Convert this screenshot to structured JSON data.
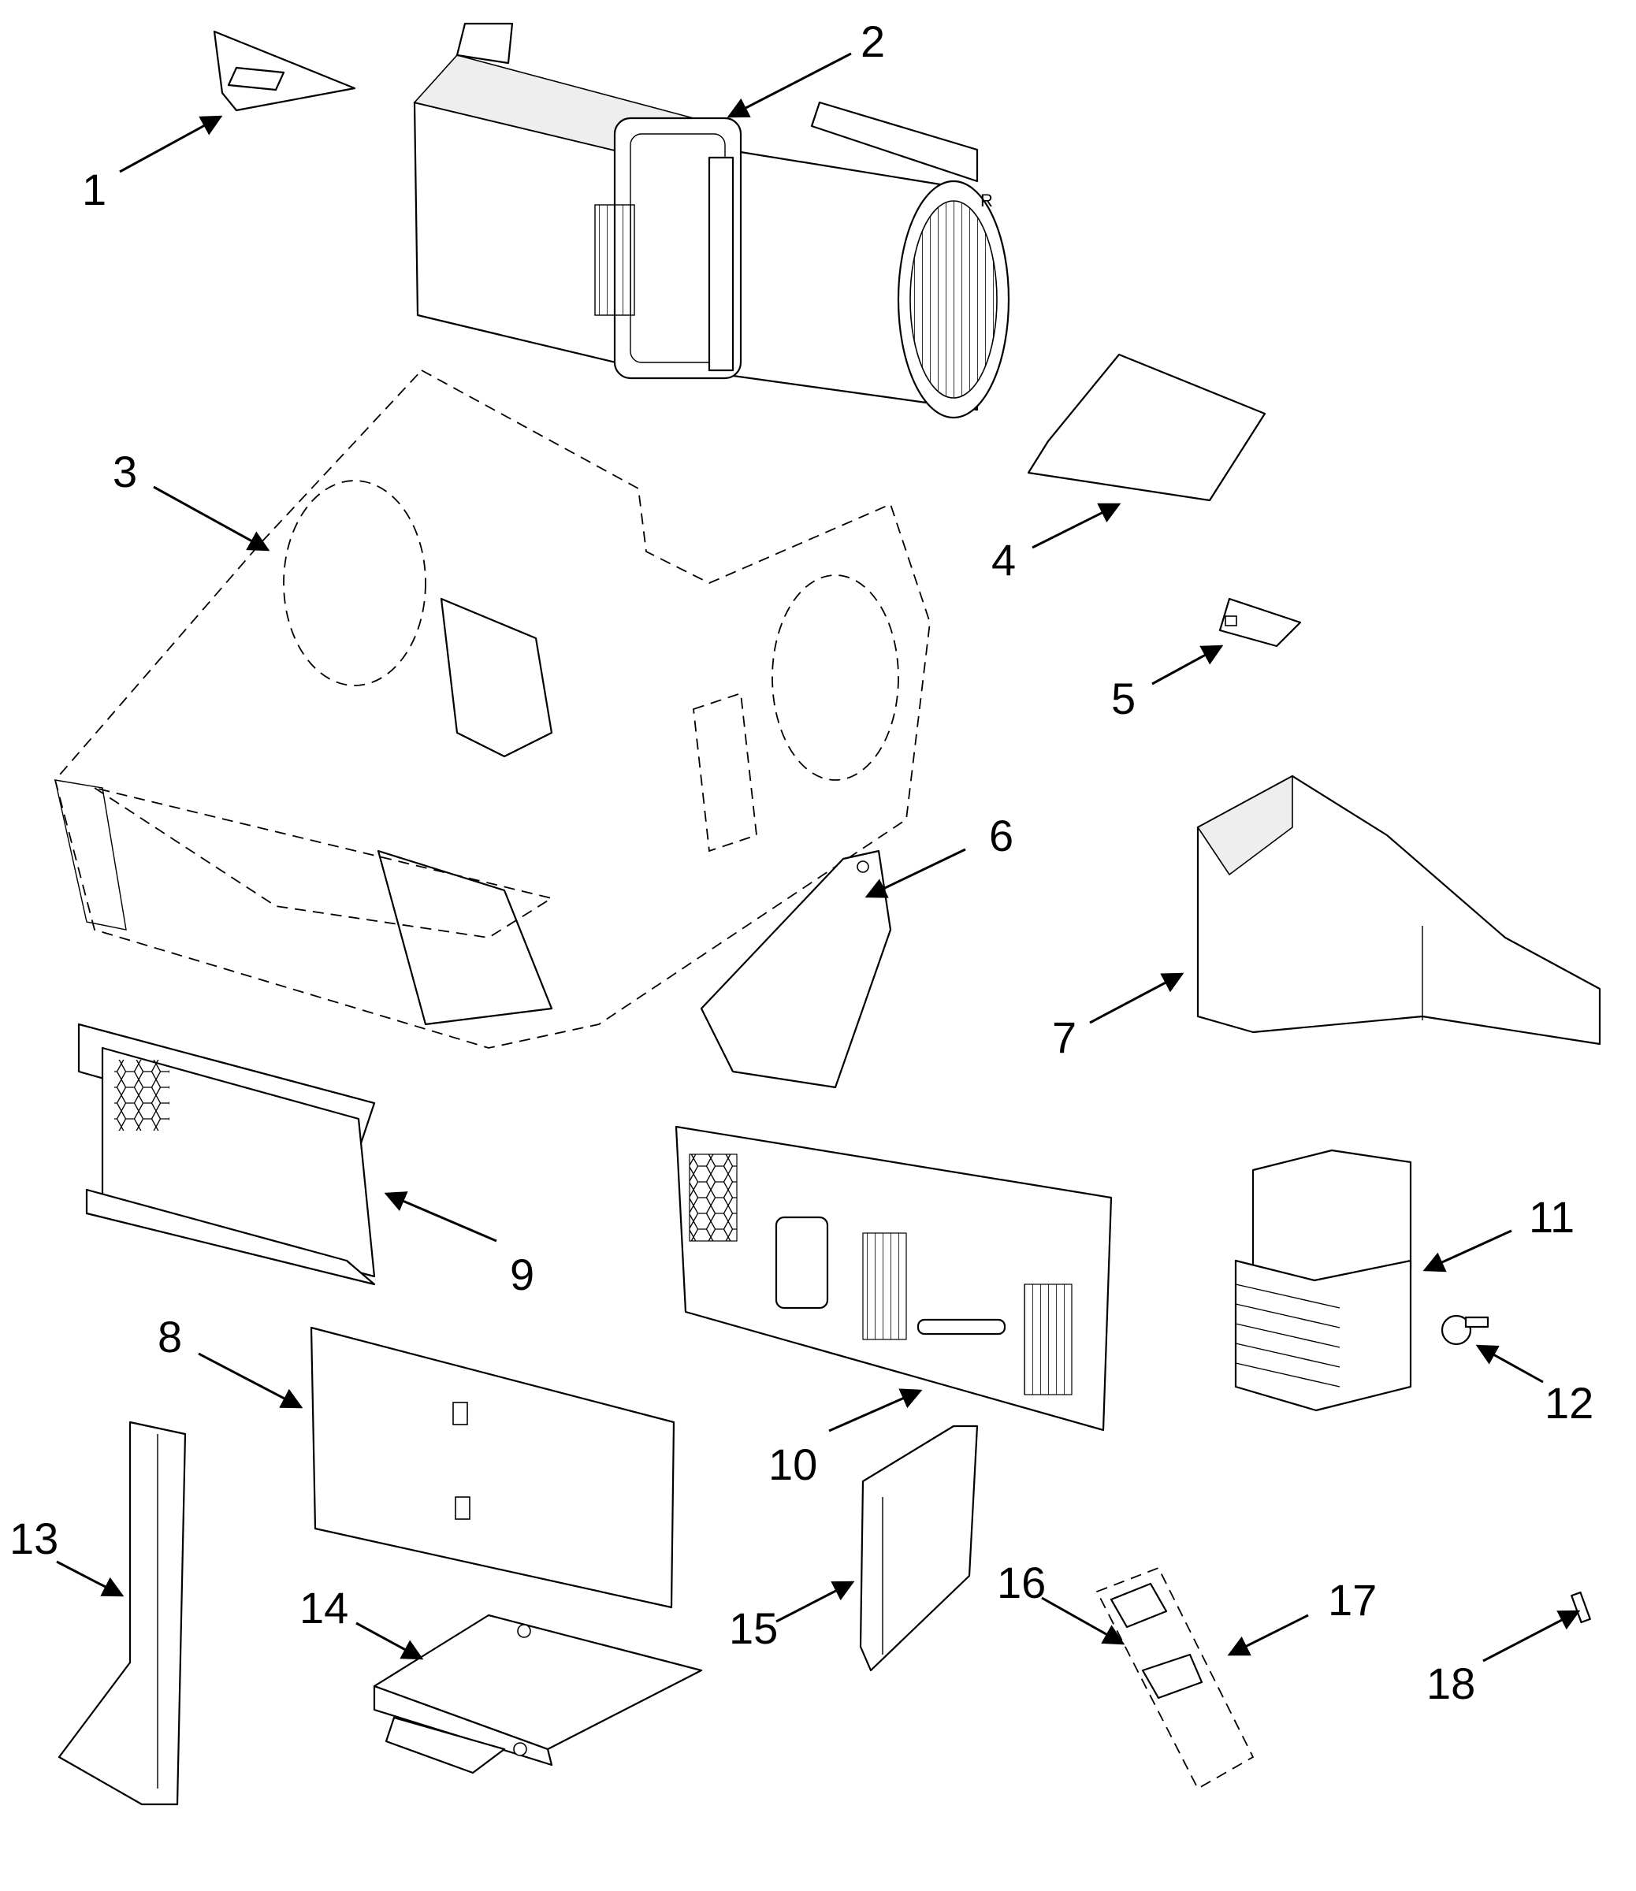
{
  "diagram": {
    "callouts": [
      "1",
      "2",
      "3",
      "4",
      "5",
      "6",
      "7",
      "8",
      "9",
      "10",
      "11",
      "12",
      "13",
      "14",
      "15",
      "16",
      "17",
      "18"
    ],
    "blower_side_mark": "R"
  }
}
